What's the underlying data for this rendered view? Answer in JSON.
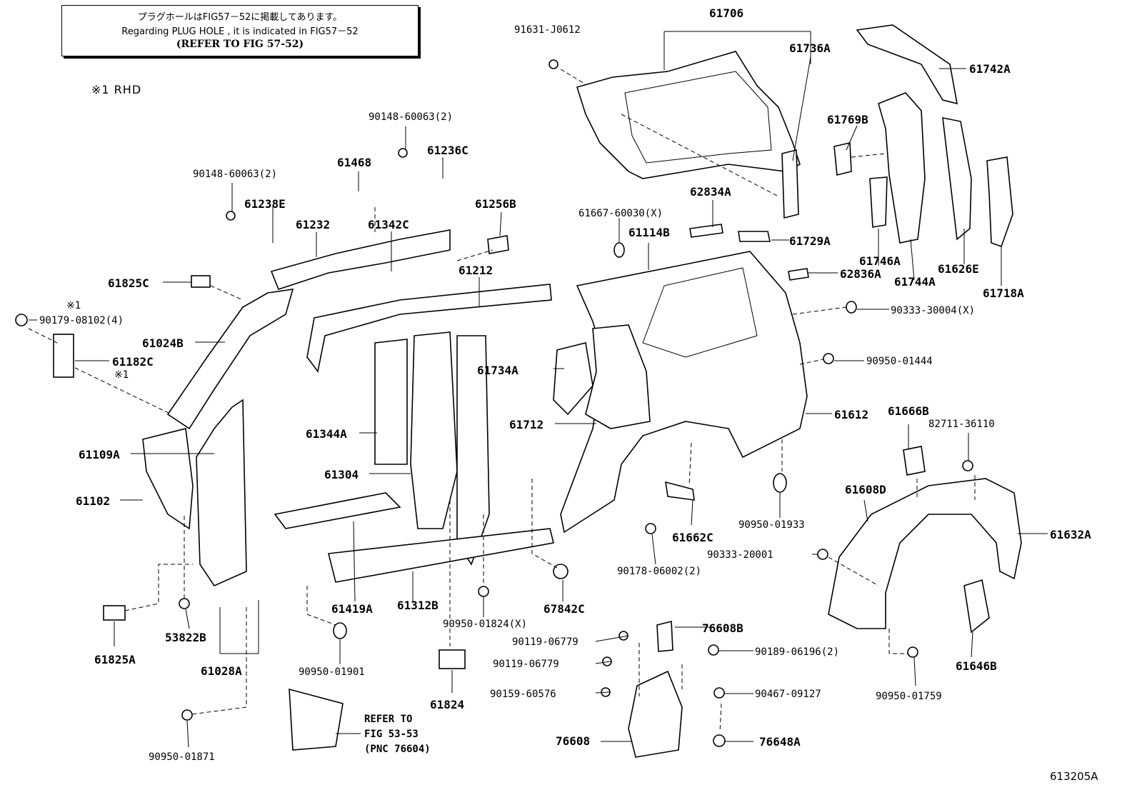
{
  "note": {
    "line1": "プラグホールはFIG57－52に掲載してあります。",
    "line2": "Regarding PLUG HOLE , it is indicated in FIG57－52",
    "line3": "(REFER TO FIG 57-52)"
  },
  "legend": "※1 RHD",
  "refer_note": {
    "line1": "REFER TO",
    "line2": "FIG 53-53",
    "line3": "(PNC 76604)"
  },
  "figure_id": "613205A",
  "labels": {
    "p61706": "61706",
    "p91631_J0612": "91631-J0612",
    "p61736A": "61736A",
    "p61742A": "61742A",
    "p61769B": "61769B",
    "p90148_60063_a": "90148-60063(2)",
    "p61236C": "61236C",
    "p61468": "61468",
    "p90148_60063_b": "90148-60063(2)",
    "p61238E": "61238E",
    "p61256B": "61256B",
    "p61232": "61232",
    "p61342C": "61342C",
    "p61667_60030": "61667-60030(X)",
    "p62834A": "62834A",
    "p61114B": "61114B",
    "p61729A": "61729A",
    "p61746A": "61746A",
    "p61744A": "61744A",
    "p61626E": "61626E",
    "p61718A": "61718A",
    "p62836A": "62836A",
    "p61825C": "61825C",
    "p61212": "61212",
    "x1_a": "※1",
    "p90179_08102": "90179-08102(4)",
    "p61024B": "61024B",
    "p61182C": "61182C",
    "x1_b": "※1",
    "p90333_30004": "90333-30004(X)",
    "p90950_01444": "90950-01444",
    "p61734A": "61734A",
    "p61612": "61612",
    "p61666B": "61666B",
    "p82711_36110": "82711-36110",
    "p61344A": "61344A",
    "p61712": "61712",
    "p61109A": "61109A",
    "p61304": "61304",
    "p61608D": "61608D",
    "p61102": "61102",
    "p61662C": "61662C",
    "p90950_01933": "90950-01933",
    "p61632A": "61632A",
    "p90333_20001": "90333-20001",
    "p90178_06002": "90178-06002(2)",
    "p61419A": "61419A",
    "p61312B": "61312B",
    "p67842C": "67842C",
    "p61825A": "61825A",
    "p53822B": "53822B",
    "p90950_01824": "90950-01824(X)",
    "p76608B": "76608B",
    "p90119_06779_a": "90119-06779",
    "p90189_06196": "90189-06196(2)",
    "p61646B": "61646B",
    "p61028A": "61028A",
    "p90950_01901": "90950-01901",
    "p90119_06779_b": "90119-06779",
    "p90159_60576": "90159-60576",
    "p90467_09127": "90467-09127",
    "p90950_01759": "90950-01759",
    "p61824": "61824",
    "p76608": "76608",
    "p76648A": "76648A",
    "p90950_01871": "90950-01871"
  }
}
